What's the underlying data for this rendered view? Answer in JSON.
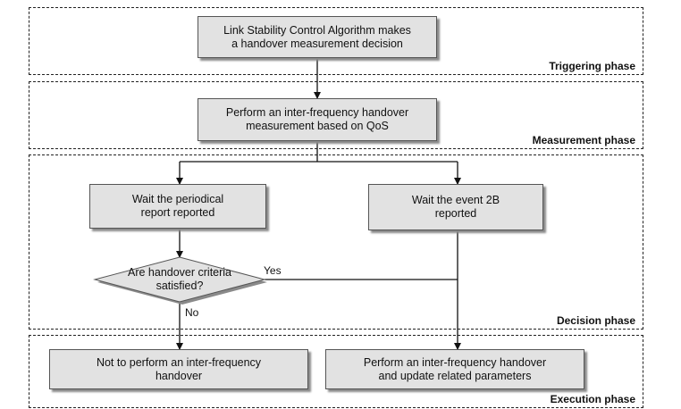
{
  "phases": {
    "triggering": "Triggering phase",
    "measurement": "Measurement phase",
    "decision": "Decision phase",
    "execution": "Execution phase"
  },
  "nodes": {
    "trigger": "Link Stability Control Algorithm makes\na handover measurement decision",
    "measure": "Perform an inter-frequency handover\nmeasurement based on QoS",
    "periodical": "Wait the periodical\nreport reported",
    "event2b": "Wait the event 2B\nreported",
    "criteria": "Are handover criteria\nsatisfied?",
    "no_handover": "Not to perform an inter-frequency\nhandover",
    "do_handover": "Perform an inter-frequency handover\nand update related parameters"
  },
  "edges": {
    "yes": "Yes",
    "no": "No"
  }
}
